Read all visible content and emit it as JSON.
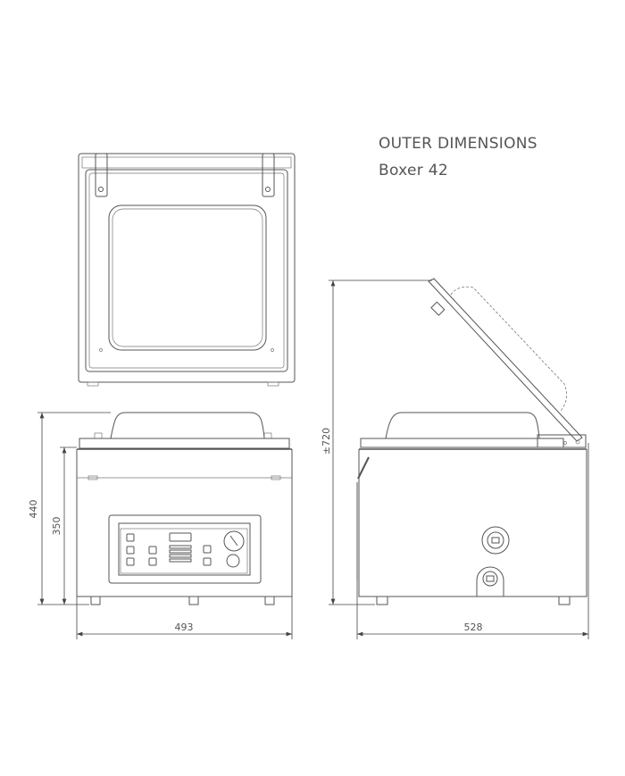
{
  "title": {
    "line1": "OUTER DIMENSIONS",
    "line2": "Boxer 42"
  },
  "dimensions": {
    "front_height_total": "440",
    "front_height_body": "350",
    "front_width": "493",
    "side_height_open": "±720",
    "side_depth": "528"
  },
  "colors": {
    "line": "#555555",
    "background": "#ffffff"
  }
}
